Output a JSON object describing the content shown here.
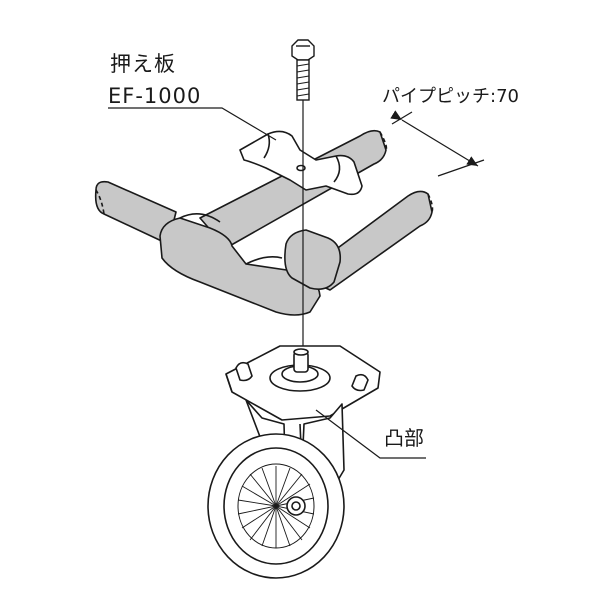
{
  "labels": {
    "plate_name": "押え板",
    "plate_model": "EF-1000",
    "pipe_pitch": "パイプピッチ:70",
    "boss": "凸部"
  },
  "colors": {
    "pipe_fill": "#c8c8c8",
    "outline": "#1a1a1a",
    "metal_fill": "#ffffff"
  }
}
